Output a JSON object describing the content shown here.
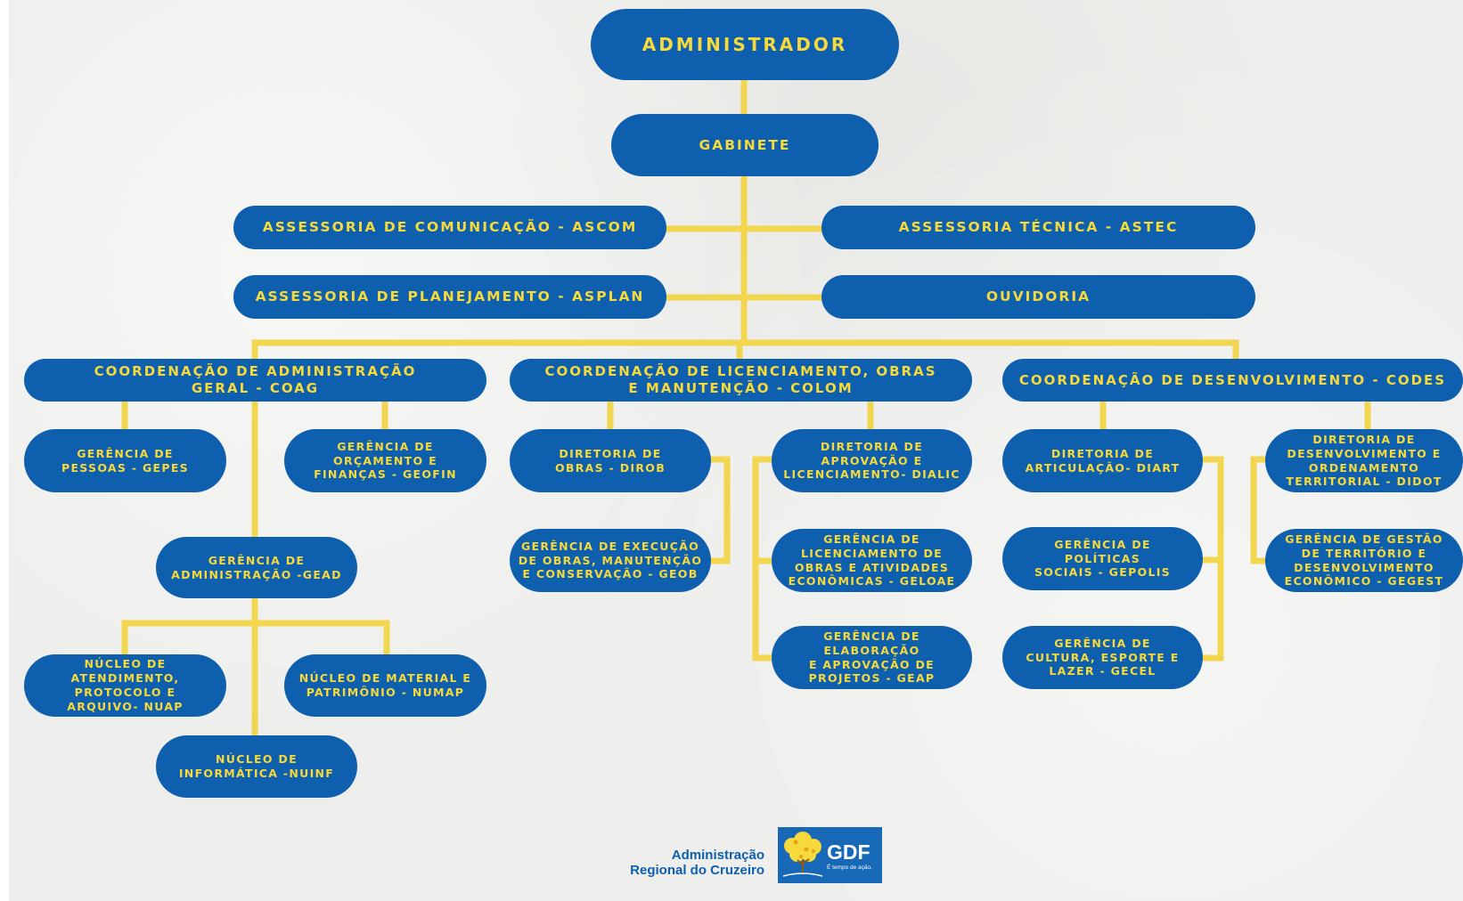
{
  "org": {
    "administrador": "ADMINISTRADOR",
    "gabinete": "GABINETE",
    "ascom": "ASSESSORIA DE COMUNICAÇÃO - ASCOM",
    "astec": "ASSESSORIA TÉCNICA - ASTEC",
    "asplan": "ASSESSORIA DE PLANEJAMENTO - ASPLAN",
    "ouvidoria": "OUVIDORIA",
    "coag": "COORDENAÇÃO DE ADMINISTRAÇÃO\nGERAL - COAG",
    "colom": "COORDENAÇÃO DE LICENCIAMENTO, OBRAS\nE MANUTENÇÃO - COLOM",
    "codes": "COORDENAÇÃO DE DESENVOLVIMENTO - CODES",
    "gepes": "GERÊNCIA DE\nPESSOAS - GEPES",
    "geofin": "GERÊNCIA DE\nORÇAMENTO E\nFINANÇAS - GEOFIN",
    "gead": "GERÊNCIA DE\nADMINISTRAÇÃO -GEAD",
    "nuap": "NÚCLEO DE\nATENDIMENTO,\nPROTOCOLO E\nARQUIVO- NUAP",
    "numap": "NÚCLEO DE MATERIAL E\nPATRIMÔNIO - NUMAP",
    "nuinf": "NÚCLEO DE\nINFORMÁTICA -NUINF",
    "dirob": "DIRETORIA DE\nOBRAS - DIROB",
    "geob": "GERÊNCIA DE EXECUÇÃO\nDE OBRAS, MANUTENÇÃO\nE CONSERVAÇÃO - GEOB",
    "dialic": "DIRETORIA DE\nAPROVAÇÃO E\nLICENCIAMENTO- DIALIC",
    "geloae": "GERÊNCIA DE\nLICENCIAMENTO DE\nOBRAS E ATIVIDADES\nECONÔMICAS - GELOAE",
    "geap": "GERÊNCIA DE\nELABORAÇÃO\nE APROVAÇÃO DE\nPROJETOS - GEAP",
    "diart": "DIRETORIA DE\nARTICULAÇÃO- DIART",
    "gepolis": "GERÊNCIA DE\nPOLÍTICAS\nSOCIAIS - GEPOLIS",
    "gecel": "GERÊNCIA DE\nCULTURA, ESPORTE E\nLAZER - GECEL",
    "didot": "DIRETORIA DE\nDESENVOLVIMENTO E\nORDENAMENTO\nTERRITORIAL - DIDOT",
    "gegest": "GERÊNCIA DE GESTÃO\nDE TERRITÓRIO E\nDESENVOLVIMENTO\nECONÔMICO - GEGEST"
  },
  "footer": {
    "org_name": "Administração\nRegional do Cruzeiro",
    "logo_text": "GDF",
    "logo_slogan": "É tempo de ação."
  },
  "colors": {
    "box": "#0f5faf",
    "text": "#f6d93a",
    "line": "#f3d650",
    "background": "#ededeb"
  }
}
